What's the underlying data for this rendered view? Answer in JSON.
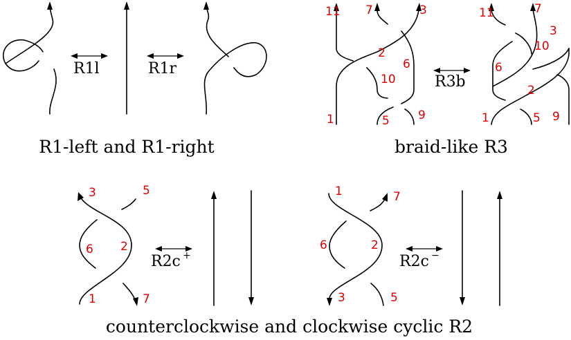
{
  "panels": {
    "r1": {
      "caption": "R1-left and R1-right",
      "left_move": "R1l",
      "right_move": "R1r"
    },
    "r3": {
      "caption": "braid-like R3",
      "move": "R3b",
      "left_labels": {
        "l1": "1",
        "l2": "2",
        "l3": "3",
        "l5": "5",
        "l6": "6",
        "l7": "7",
        "l9": "9",
        "l10": "10",
        "l11": "11"
      },
      "right_labels": {
        "l1": "1",
        "l2": "2",
        "l3": "3",
        "l5": "5",
        "l6": "6",
        "l7": "7",
        "l9": "9",
        "l10": "10",
        "l11": "11"
      }
    },
    "r2": {
      "caption": "counterclockwise and clockwise cyclic R2",
      "ccw_move": "R2c",
      "ccw_sup": "+",
      "cw_move": "R2c",
      "cw_sup": "−",
      "ccw_labels": {
        "l1": "1",
        "l2": "2",
        "l3": "3",
        "l5": "5",
        "l6": "6",
        "l7": "7"
      },
      "cw_labels": {
        "l1": "1",
        "l2": "2",
        "l3": "3",
        "l5": "5",
        "l6": "6",
        "l7": "7"
      }
    }
  },
  "colors": {
    "strand": "#000000",
    "label": "#e00000"
  }
}
